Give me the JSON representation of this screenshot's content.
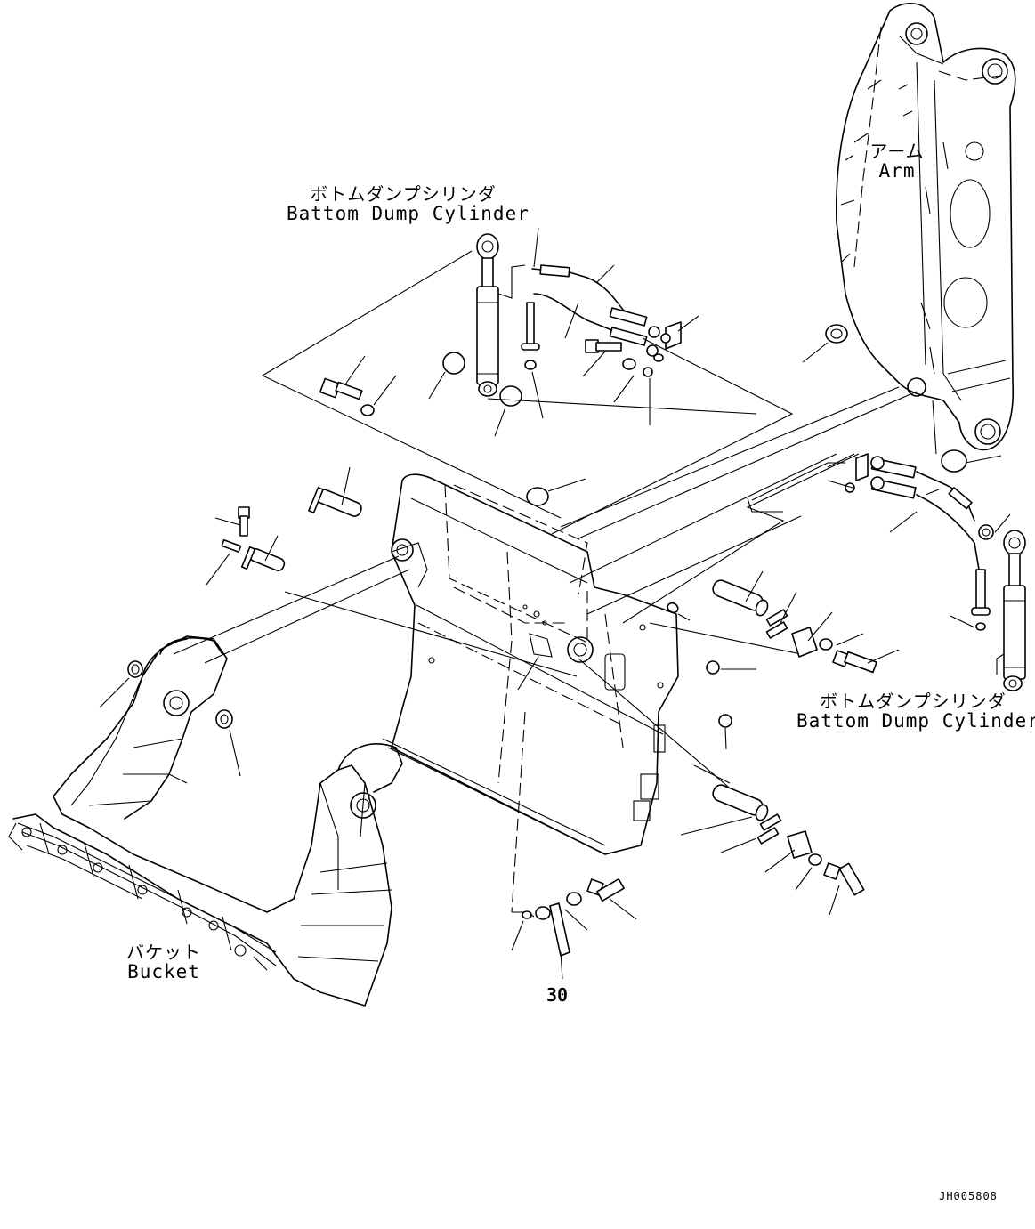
{
  "labels": {
    "arm": {
      "jp": "アーム",
      "en": "Arm"
    },
    "cylinder_top": {
      "jp": "ボトムダンプシリンダ",
      "en": "Battom Dump Cylinder"
    },
    "cylinder_right": {
      "jp": "ボトムダンプシリンダ",
      "en": "Battom Dump Cylinder"
    },
    "bucket": {
      "jp": "バケット",
      "en": "Bucket"
    },
    "ref_number": "30",
    "drawing_code": "JH005808"
  }
}
